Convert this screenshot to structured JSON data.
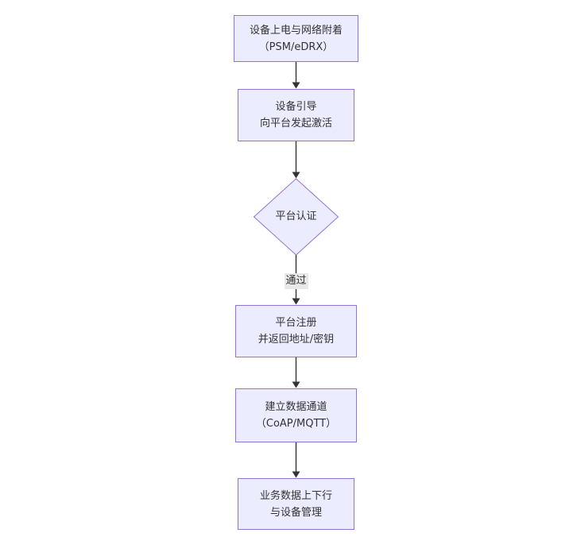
{
  "colors": {
    "canvas-bg": "#ffffff",
    "node-fill": "#ECECFF",
    "node-border": "#9370DB",
    "edge-color": "#333333",
    "text-color": "#333333",
    "edge-label-bg": "#e8e8e8"
  },
  "flowchart": {
    "direction": "top-down",
    "nodes": {
      "power": {
        "shape": "rectangle",
        "line1": "设备上电与网络附着",
        "line2": "（PSM/eDRX）"
      },
      "bootstrap": {
        "shape": "rectangle",
        "line1": "设备引导",
        "line2": "向平台发起激活"
      },
      "auth": {
        "shape": "diamond",
        "label": "平台认证"
      },
      "register": {
        "shape": "rectangle",
        "line1": "平台注册",
        "line2": "并返回地址/密钥"
      },
      "channel": {
        "shape": "rectangle",
        "line1": "建立数据通道",
        "line2": "（CoAP/MQTT）"
      },
      "business": {
        "shape": "rectangle",
        "line1": "业务数据上下行",
        "line2": "与设备管理"
      }
    },
    "edges": {
      "auth_to_register_label": "通过"
    }
  }
}
